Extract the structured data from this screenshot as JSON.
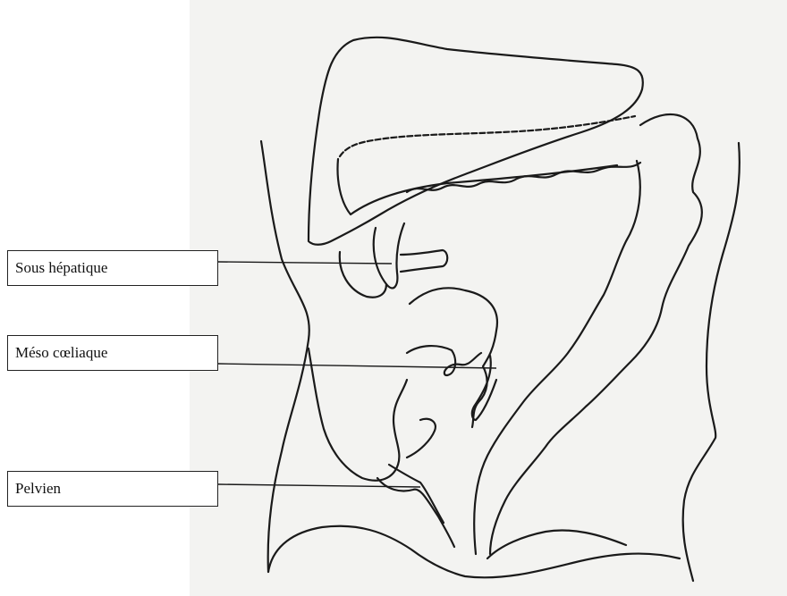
{
  "labels": {
    "sous_hepatique": "Sous hépatique",
    "meso_coeliaque": "Méso cœliaque",
    "pelvien": "Pelvien"
  },
  "colors": {
    "paper": "#f2f2f0",
    "ink": "#1a1a1a"
  }
}
